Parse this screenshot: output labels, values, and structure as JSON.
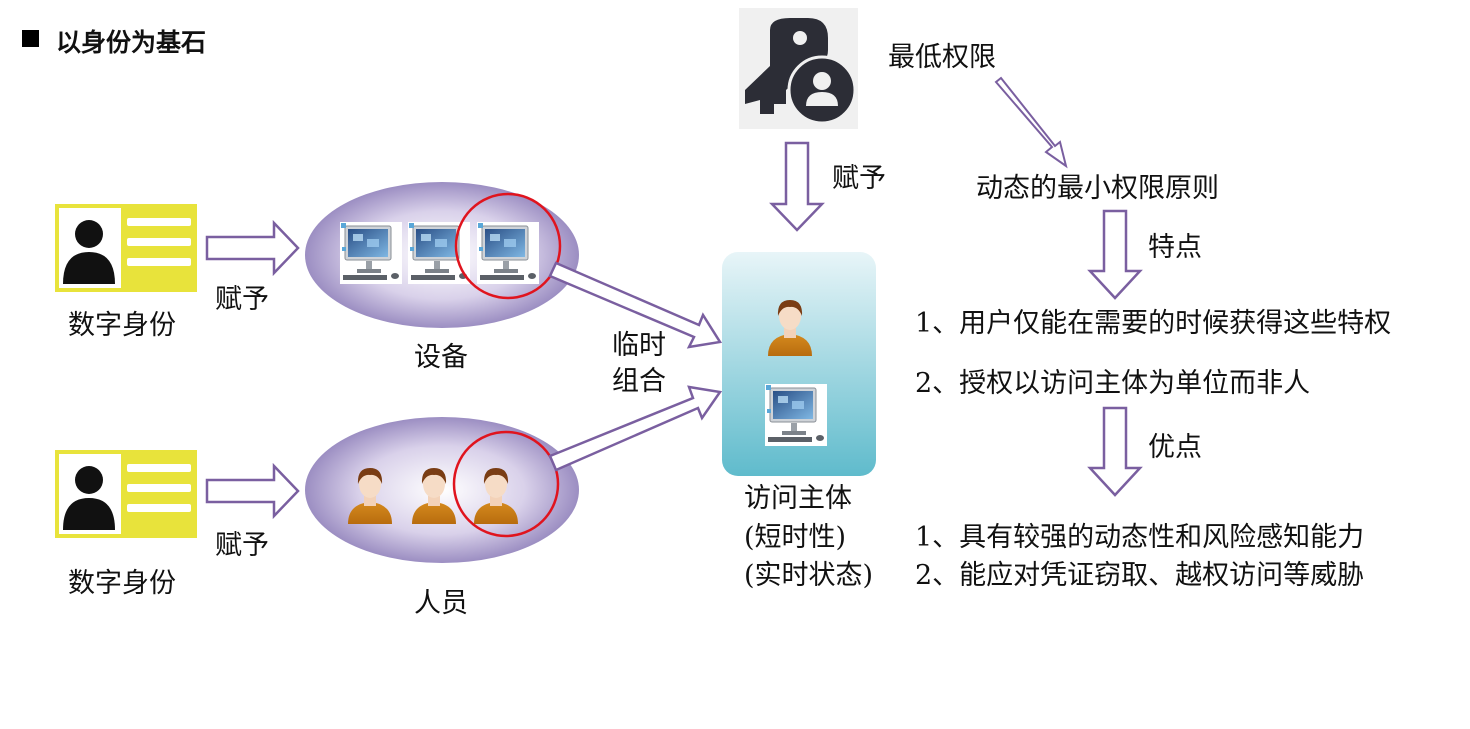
{
  "title": "以身份为基石",
  "id_card_label_1": "数字身份",
  "id_card_label_2": "数字身份",
  "grant_label_1": "赋予",
  "grant_label_2": "赋予",
  "grant_label_top": "赋予",
  "devices_label": "设备",
  "people_label": "人员",
  "temp_combo_line1": "临时",
  "temp_combo_line2": "组合",
  "subject_title": "访问主体",
  "subject_line2": "(短时性)",
  "subject_line3": "(实时状态)",
  "least_privilege": "最低权限",
  "principle": "动态的最小权限原则",
  "features_label": "特点",
  "features": [
    "1、用户仅能在需要的时候获得这些特权",
    "2、授权以访问主体为单位而非人"
  ],
  "advantages_label": "优点",
  "advantages": [
    "1、具有较强的动态性和风险感知能力",
    "2、能应对凭证窃取、越权访问等威胁"
  ],
  "colors": {
    "arrow_stroke": "#7a5fa0",
    "ellipse": "#9a8cc2",
    "highlight_circle": "#e0141e",
    "id_card": "#e8e33b",
    "subject_box": "#6ec3d3",
    "key_icon": "#2c2d36"
  },
  "icons": [
    "id-card-icon",
    "computer-icon",
    "person-icon",
    "key-user-icon"
  ]
}
